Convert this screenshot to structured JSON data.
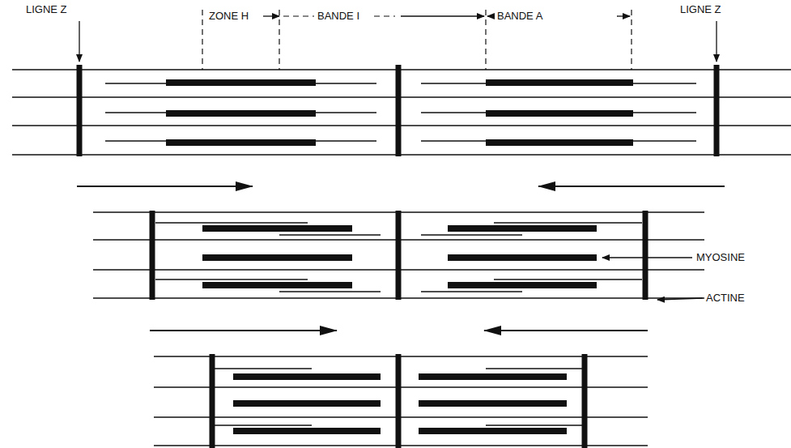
{
  "diagram": {
    "labels": [
      "LIGNE Z",
      "ZONE H",
      "BANDE I",
      "BANDE A",
      "LIGNE Z",
      "MYOSINE",
      "ACTINE"
    ]
  }
}
